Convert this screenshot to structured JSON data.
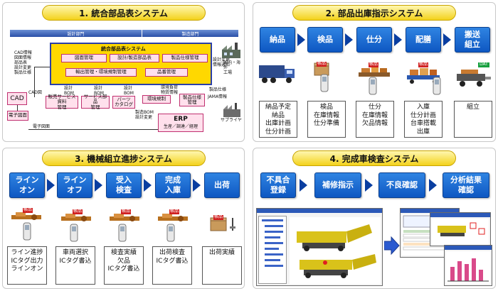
{
  "panels": [
    {
      "title": "1. 統合部品表システム"
    },
    {
      "title": "2. 部品出庫指示システム"
    },
    {
      "title": "3. 機械組立進捗システム"
    },
    {
      "title": "4. 完成車検査システム"
    }
  ],
  "p1": {
    "design_dept": "設計部門",
    "manufacturing_dept": "製造部門",
    "bom_title": "統合部品表システム",
    "modules": [
      "図面管理",
      "設計/製造部品表",
      "製品仕様管理",
      "輸出管理・環境規制管理",
      "品番管理"
    ],
    "cad_info": "CAD情報\n図面情報\n部品表\n設計変更\n製品仕様",
    "cad_label": "CAD",
    "cad_drawing": "CAD図",
    "design_bom": "設計\nBOM",
    "design_bom2": "設計\nBOM",
    "design_bom3": "設計\nBOM",
    "design_change": "設計変更\n情報通知",
    "factory_label": "国内・海外\n工場",
    "env_info": "環境負荷\n物質情報",
    "spec_info": "製品仕様",
    "jama_label": "JAMA情報",
    "supplier_label": "サプライヤ",
    "sub_boxes": [
      "販売サービス資料\n管理",
      "サービス部品\n管理",
      "パーツ\nカタログ",
      "環境規制",
      "製品仕様\n管理"
    ],
    "e_drawing": "電子図面",
    "e_drawing2": "電子図面",
    "mfg_bom": "製造BOM\n設計変更",
    "erp_title": "ERP",
    "erp_sub": "生産／調達／経理"
  },
  "p2": {
    "steps": [
      "納品",
      "検品",
      "仕分",
      "配膳",
      "搬送\n組立"
    ],
    "descs": [
      "納品予定\n納品\n出庫計画\n仕分計画",
      "検品\n在庫情報\n仕分準備",
      "仕分\n在庫情報\n欠品情報",
      "入庫\n仕分計画\n台車搭載\n出庫",
      "組立"
    ],
    "tag": "帳品",
    "tag_green": "DAT"
  },
  "p3": {
    "steps": [
      "ライン\nオン",
      "ライン\nオフ",
      "受入\n検査",
      "完成\n入庫",
      "出荷"
    ],
    "descs": [
      "ライン進捗\nICタグ出力\nラインオン",
      "車両選択\nICタグ書込",
      "検査実績\n欠品\nICタグ書込",
      "出荷検査\nICタグ書込",
      "出荷実績"
    ],
    "tag": "帳品"
  },
  "p4": {
    "steps": [
      "不具合\n登録",
      "補修指示",
      "不良確認",
      "分析結果\n確認"
    ]
  },
  "colors": {
    "flow_blue": "#1564d2",
    "title_yellow": "#f3d21b",
    "arrow_navy": "#0a3ea0"
  }
}
